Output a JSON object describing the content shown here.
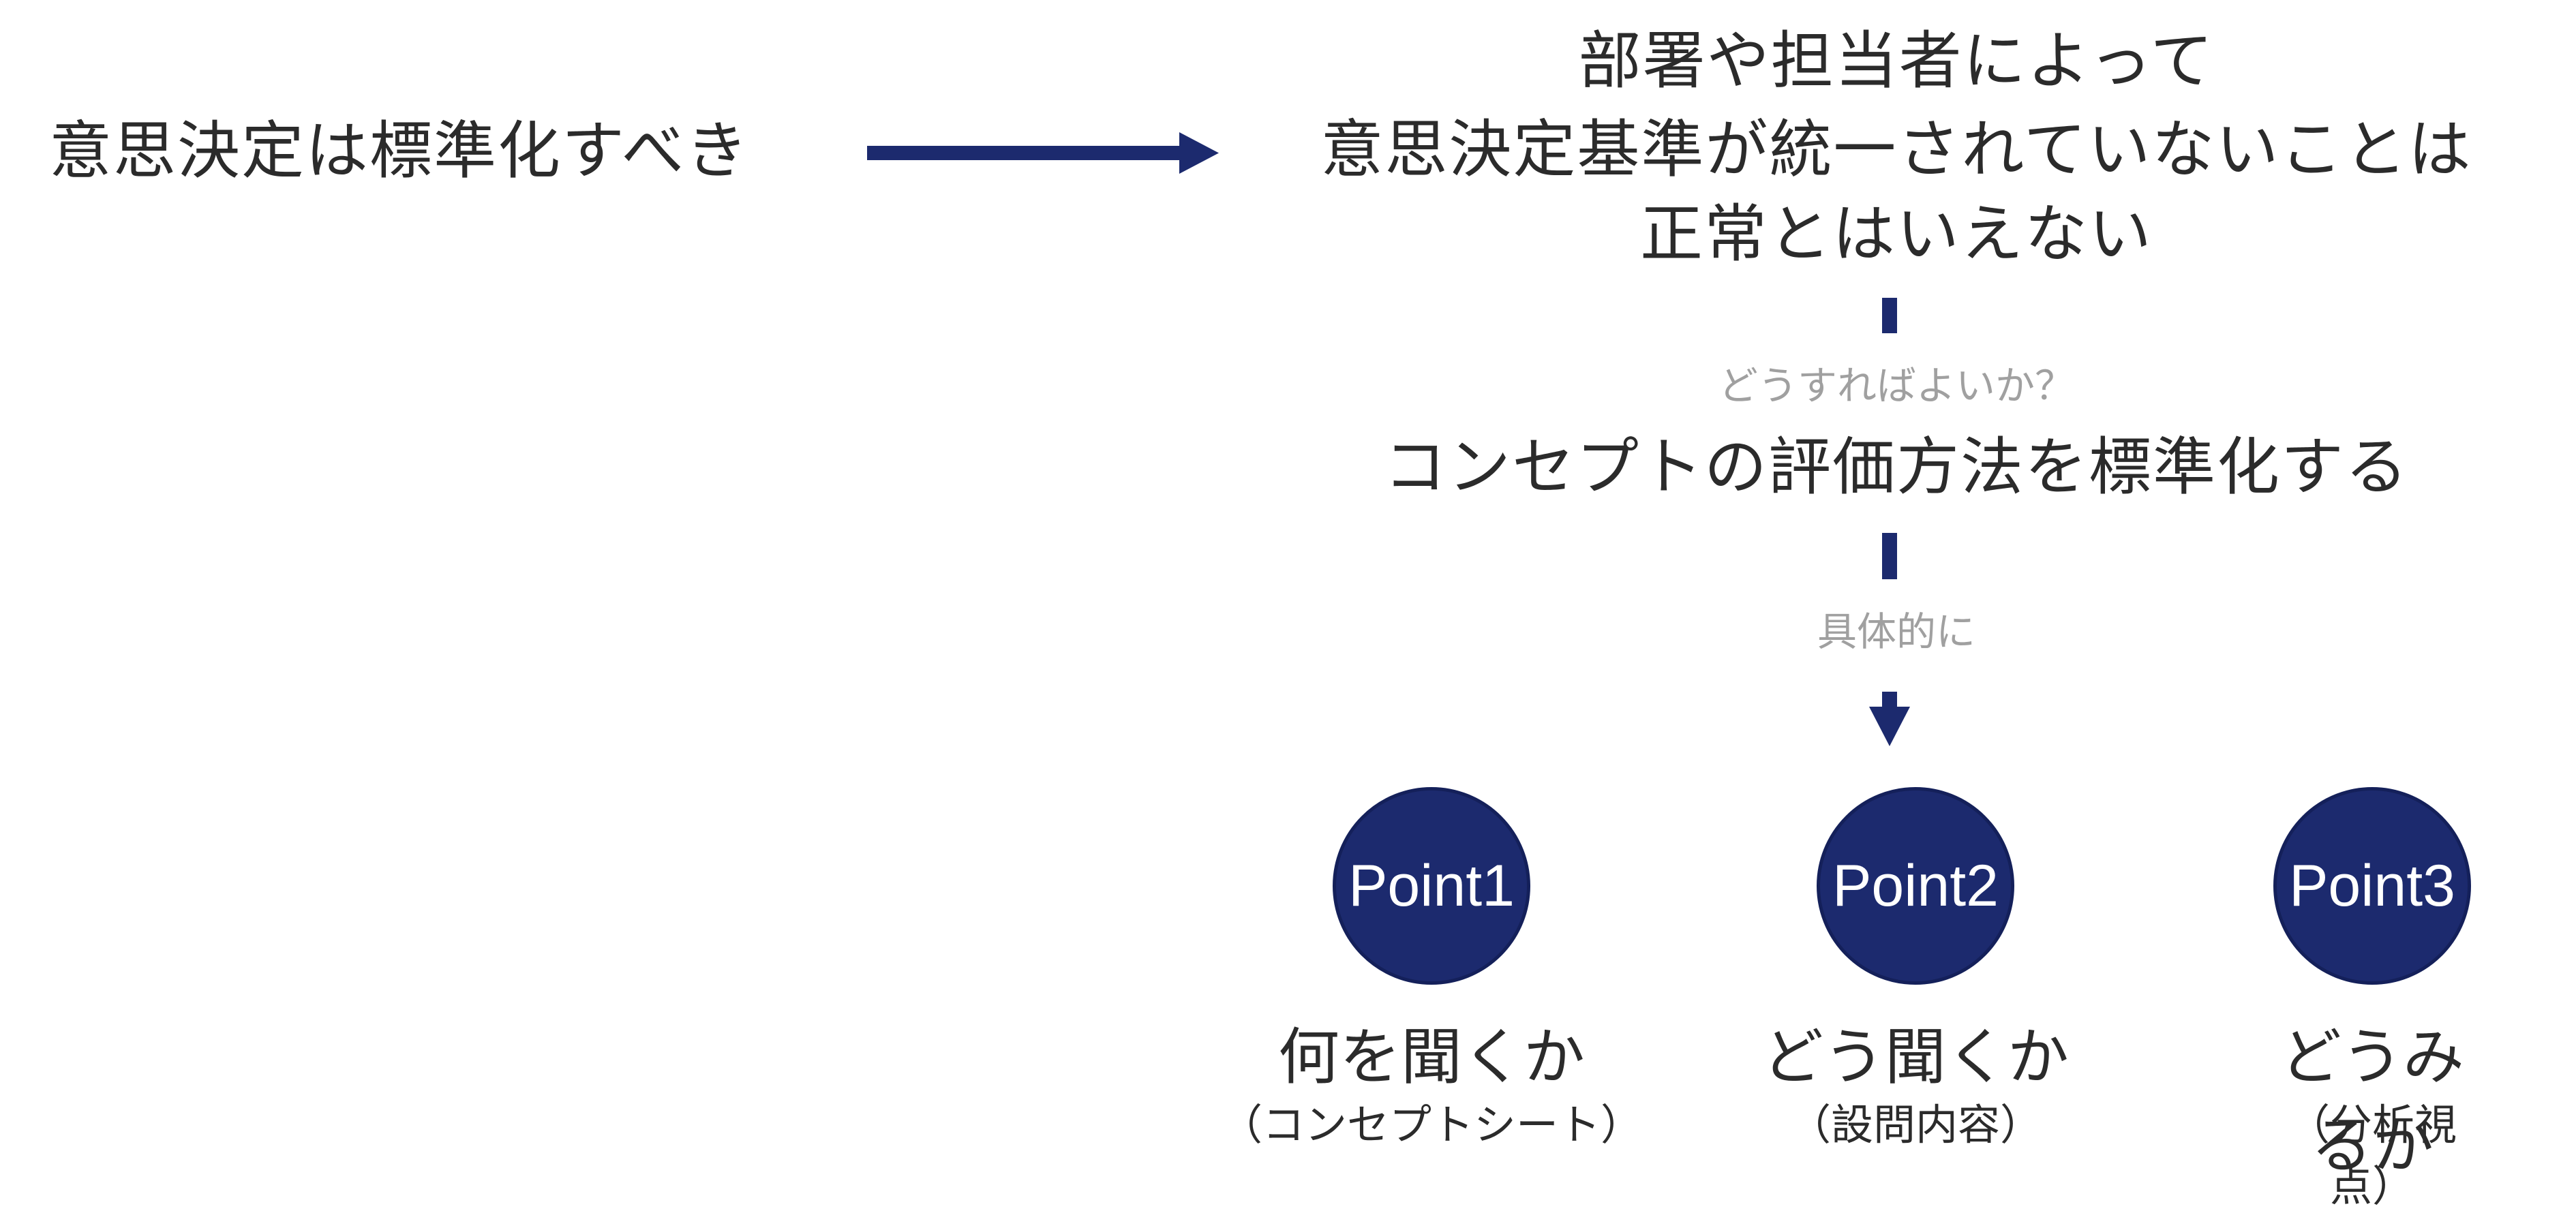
{
  "premise": "意思決定は標準化すべき",
  "problem": {
    "lines": [
      "部署や担当者によって",
      "意思決定基準が統一されていないことは",
      "正常とはいえない"
    ]
  },
  "connector1_label": "どうすればよいか？",
  "solution": "コンセプトの評価方法を標準化する",
  "connector2_label": "具体的に",
  "points": [
    {
      "badge": "Point1",
      "title": "何を聞くか",
      "subtitle": "（コンセプトシート）"
    },
    {
      "badge": "Point2",
      "title": "どう聞くか",
      "subtitle": "（設問内容）"
    },
    {
      "badge": "Point3",
      "title": "どうみるか",
      "subtitle": "（分析視点）"
    }
  ],
  "colors": {
    "accent": "#1c2a6e",
    "text": "#2b2b2b",
    "muted_text": "#a0a0a0",
    "badge_text": "#ffffff"
  }
}
